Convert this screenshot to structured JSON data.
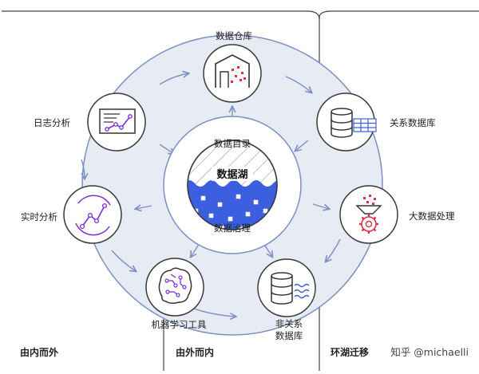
{
  "diagram": {
    "core": {
      "top_label": "数据目录",
      "center_label": "数据湖",
      "bottom_label": "数据治理"
    },
    "nodes": [
      {
        "id": "warehouse",
        "label": "数据仓库",
        "icon": "warehouse-icon"
      },
      {
        "id": "log",
        "label": "日志分析",
        "icon": "log-analysis-icon"
      },
      {
        "id": "realtime",
        "label": "实时分析",
        "icon": "realtime-chart-icon"
      },
      {
        "id": "ml",
        "label": "机器学习工具",
        "icon": "brain-circuit-icon"
      },
      {
        "id": "nonrel",
        "label_line1": "非关系",
        "label_line2": "数据库",
        "icon": "nosql-database-icon"
      },
      {
        "id": "relational",
        "label": "关系数据库",
        "icon": "relational-database-icon"
      },
      {
        "id": "bigdata",
        "label": "大数据处理",
        "icon": "big-data-gear-icon"
      }
    ],
    "sections": {
      "left": "由内而外",
      "middle": "由外而内",
      "right": "环湖迁移"
    },
    "watermark": "知乎 @michaelli",
    "colors": {
      "ring_fill": "#e7ebf3",
      "ring_stroke": "#7d8fc4",
      "lake_blue": "#3c5fe0",
      "arrow": "#7d8fc4",
      "icon_accent": "#7b2fd0",
      "icon_red": "#d9324a"
    }
  }
}
